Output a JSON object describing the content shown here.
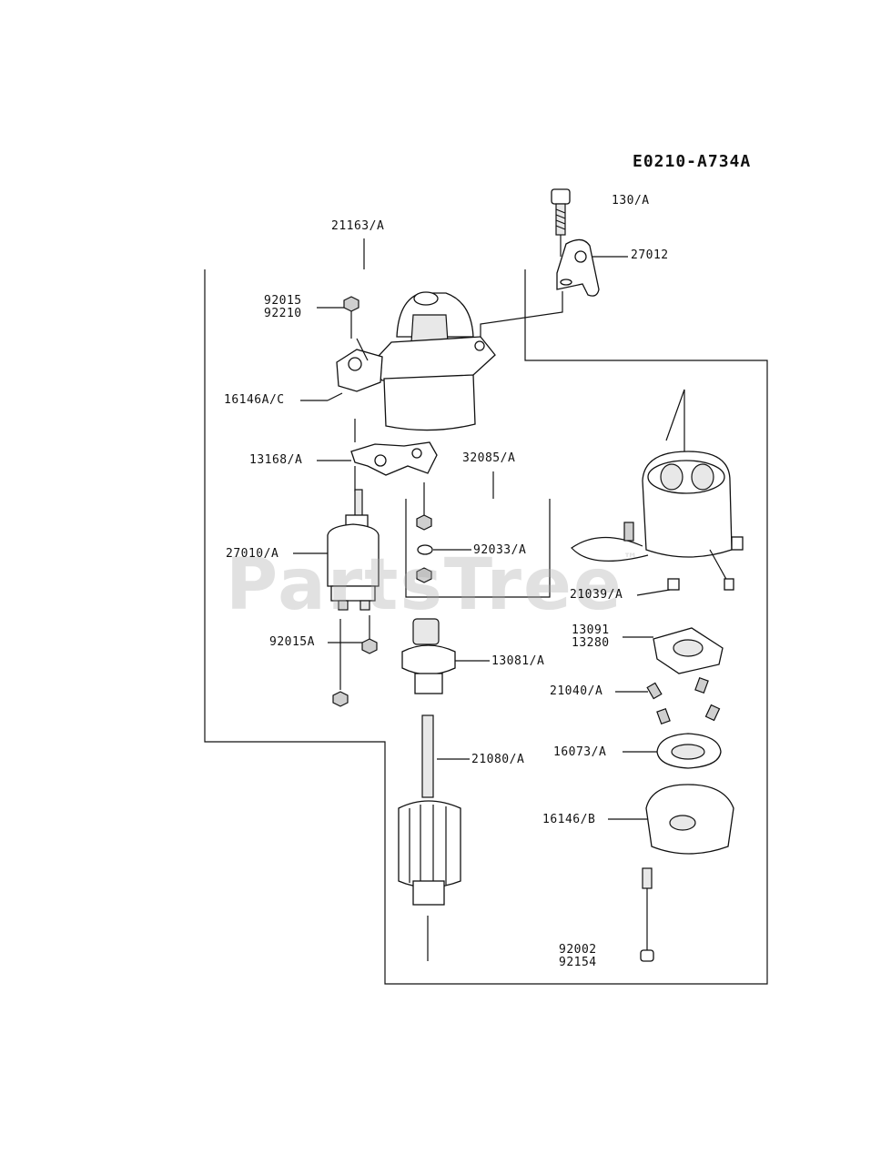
{
  "diagram_code": "E0210-A734A",
  "watermark": "PartsTree",
  "watermark_mark": "™",
  "labels": {
    "l_130": "130/A",
    "l_27012": "27012",
    "l_21163": "21163/A",
    "l_92015_a": "92015",
    "l_92015_b": "92210",
    "l_16146c": "16146A/C",
    "l_13168": "13168/A",
    "l_32085": "32085/A",
    "l_27010": "27010/A",
    "l_92033": "92033/A",
    "l_21039": "21039/A",
    "l_13091_a": "13091",
    "l_13091_b": "13280",
    "l_92015a": "92015A",
    "l_13081": "13081/A",
    "l_21040": "21040/A",
    "l_21080": "21080/A",
    "l_16073": "16073/A",
    "l_16146b": "16146/B",
    "l_92002_a": "92002",
    "l_92002_b": "92154"
  }
}
